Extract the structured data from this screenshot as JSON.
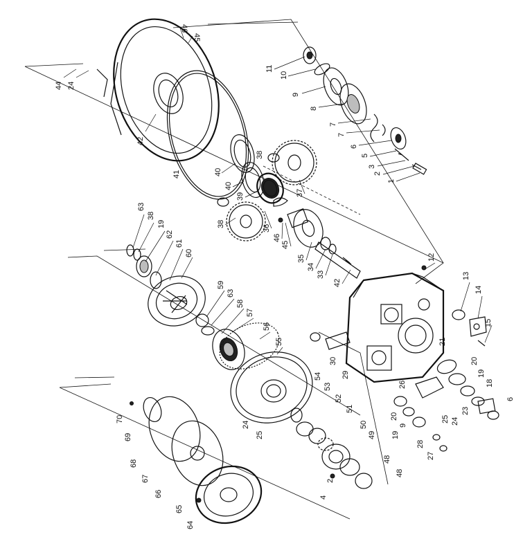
{
  "diagram": {
    "callouts": [
      {
        "id": "c46",
        "label": "46"
      },
      {
        "id": "c45a",
        "label": "45"
      },
      {
        "id": "c44",
        "label": "44"
      },
      {
        "id": "c24a",
        "label": "24"
      },
      {
        "id": "c42a",
        "label": "42"
      },
      {
        "id": "c41",
        "label": "41"
      },
      {
        "id": "c11",
        "label": "11"
      },
      {
        "id": "c10",
        "label": "10"
      },
      {
        "id": "c9a",
        "label": "9"
      },
      {
        "id": "c8",
        "label": "8"
      },
      {
        "id": "c7a",
        "label": "7"
      },
      {
        "id": "c7b",
        "label": "7"
      },
      {
        "id": "c6a",
        "label": "6"
      },
      {
        "id": "c5",
        "label": "5"
      },
      {
        "id": "c3",
        "label": "3"
      },
      {
        "id": "c2",
        "label": "2"
      },
      {
        "id": "c1",
        "label": "1"
      },
      {
        "id": "c38a",
        "label": "38"
      },
      {
        "id": "c40a",
        "label": "40"
      },
      {
        "id": "c40b",
        "label": "40"
      },
      {
        "id": "c39",
        "label": "39"
      },
      {
        "id": "c37",
        "label": "37"
      },
      {
        "id": "c38b",
        "label": "38"
      },
      {
        "id": "c36",
        "label": "36"
      },
      {
        "id": "c46b",
        "label": "46"
      },
      {
        "id": "c45b",
        "label": "45"
      },
      {
        "id": "c35",
        "label": "35"
      },
      {
        "id": "c34",
        "label": "34"
      },
      {
        "id": "c33",
        "label": "33"
      },
      {
        "id": "c42b",
        "label": "42"
      },
      {
        "id": "c12",
        "label": "12"
      },
      {
        "id": "c13",
        "label": "13"
      },
      {
        "id": "c14",
        "label": "14"
      },
      {
        "id": "c15",
        "label": "15"
      },
      {
        "id": "c63a",
        "label": "63"
      },
      {
        "id": "c38c",
        "label": "38"
      },
      {
        "id": "c19a",
        "label": "19"
      },
      {
        "id": "c62",
        "label": "62"
      },
      {
        "id": "c61",
        "label": "61"
      },
      {
        "id": "c60",
        "label": "60"
      },
      {
        "id": "c59",
        "label": "59"
      },
      {
        "id": "c63b",
        "label": "63"
      },
      {
        "id": "c58",
        "label": "58"
      },
      {
        "id": "c57",
        "label": "57"
      },
      {
        "id": "c56",
        "label": "56"
      },
      {
        "id": "c55",
        "label": "55"
      },
      {
        "id": "c30",
        "label": "30"
      },
      {
        "id": "c29",
        "label": "29"
      },
      {
        "id": "c26",
        "label": "26"
      },
      {
        "id": "c21",
        "label": "21"
      },
      {
        "id": "c20a",
        "label": "20"
      },
      {
        "id": "c19b",
        "label": "19"
      },
      {
        "id": "c18",
        "label": "18"
      },
      {
        "id": "c6b",
        "label": "6"
      },
      {
        "id": "c24b",
        "label": "24"
      },
      {
        "id": "c25",
        "label": "25"
      },
      {
        "id": "c23",
        "label": "23"
      },
      {
        "id": "c20b",
        "label": "20"
      },
      {
        "id": "c9b",
        "label": "9"
      },
      {
        "id": "c19c",
        "label": "19"
      },
      {
        "id": "c28",
        "label": "28"
      },
      {
        "id": "c27",
        "label": "27"
      },
      {
        "id": "c54",
        "label": "54"
      },
      {
        "id": "c53",
        "label": "53"
      },
      {
        "id": "c52",
        "label": "52"
      },
      {
        "id": "c51",
        "label": "51"
      },
      {
        "id": "c50",
        "label": "50"
      },
      {
        "id": "c49",
        "label": "49"
      },
      {
        "id": "c48a",
        "label": "48"
      },
      {
        "id": "c48b",
        "label": "48"
      },
      {
        "id": "c24c",
        "label": "24"
      },
      {
        "id": "c25b",
        "label": "25"
      },
      {
        "id": "c70",
        "label": "70"
      },
      {
        "id": "c69",
        "label": "69"
      },
      {
        "id": "c68",
        "label": "68"
      },
      {
        "id": "c67",
        "label": "67"
      },
      {
        "id": "c66",
        "label": "66"
      },
      {
        "id": "c65",
        "label": "65"
      },
      {
        "id": "c64",
        "label": "64"
      },
      {
        "id": "c2b",
        "label": "2"
      },
      {
        "id": "c4",
        "label": "4"
      }
    ]
  }
}
